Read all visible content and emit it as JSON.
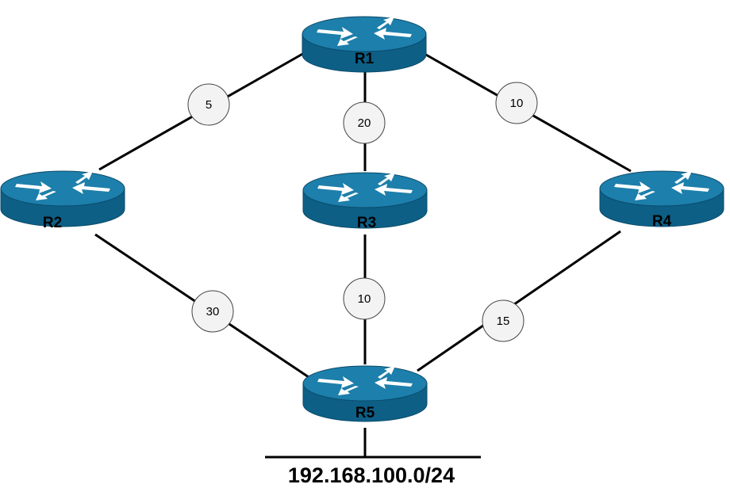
{
  "colors": {
    "router_top": "#1d7fab",
    "router_side": "#0d5f86",
    "router_outline": "#0a4a6a",
    "arrow": "#ffffff",
    "link": "#000000",
    "cost_fill": "#f3f3f3",
    "cost_stroke": "#444444"
  },
  "icons": {
    "router": "router-icon"
  },
  "routers": {
    "r1": {
      "label": "R1"
    },
    "r2": {
      "label": "R2"
    },
    "r3": {
      "label": "R3"
    },
    "r4": {
      "label": "R4"
    },
    "r5": {
      "label": "R5"
    }
  },
  "links": {
    "r1_r2": {
      "cost": "5"
    },
    "r1_r3": {
      "cost": "20"
    },
    "r1_r4": {
      "cost": "10"
    },
    "r2_r5": {
      "cost": "30"
    },
    "r3_r5": {
      "cost": "10"
    },
    "r4_r5": {
      "cost": "15"
    }
  },
  "network": {
    "label": "192.168.100.0/24"
  }
}
